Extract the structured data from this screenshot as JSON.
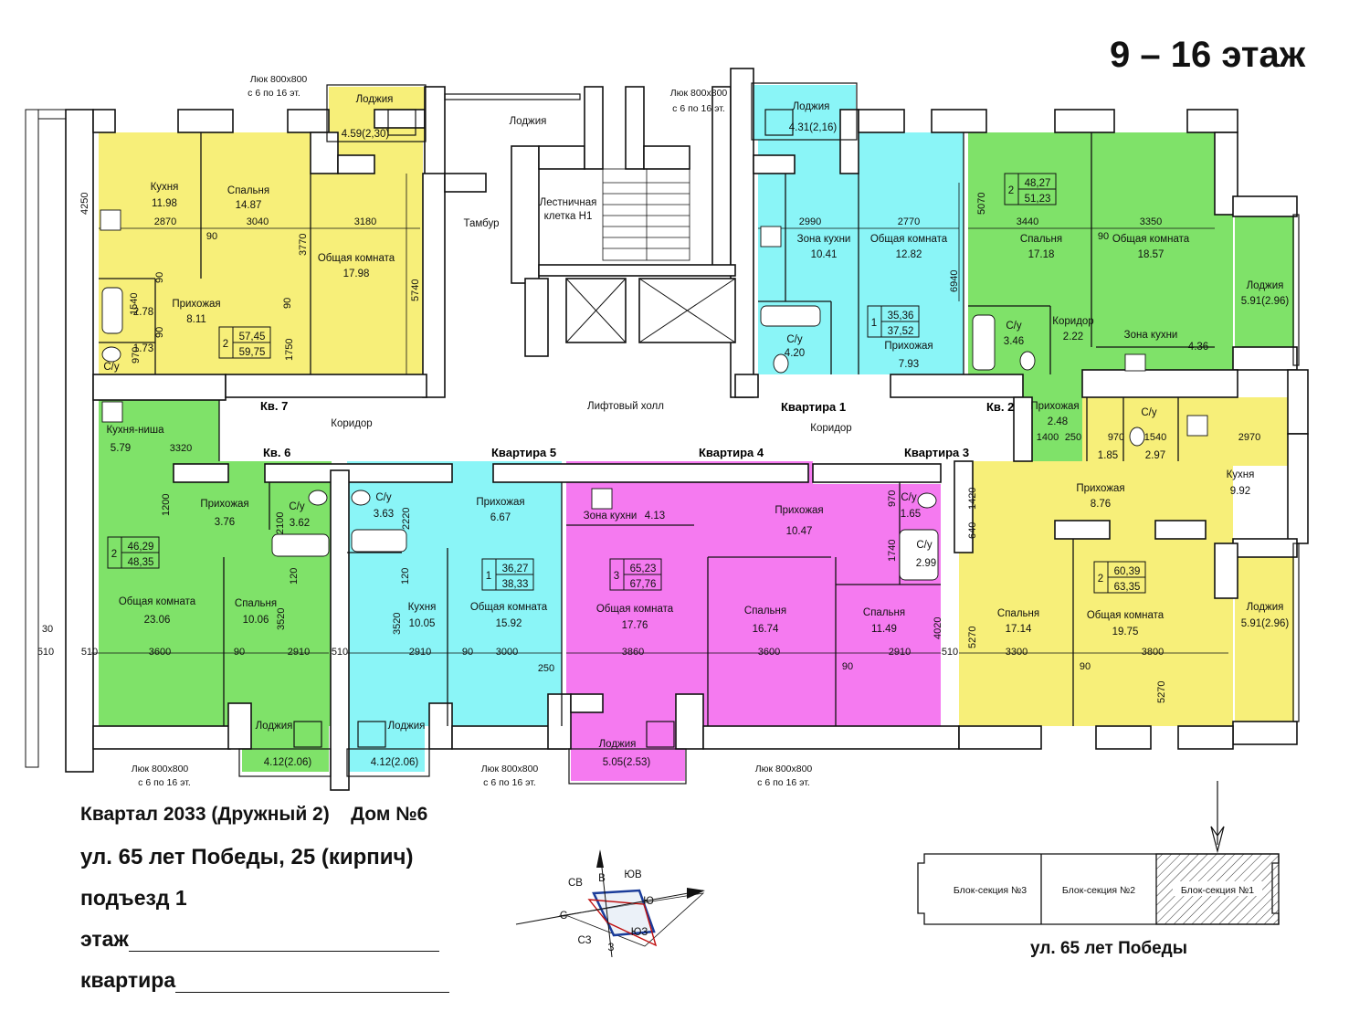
{
  "header": {
    "floor_range": "9 – 16 этаж"
  },
  "colors": {
    "yellow": "#f7ef79",
    "cyan": "#8af5f7",
    "green": "#7fe269",
    "magenta": "#f57af0",
    "wall": "#ffffff",
    "line": "#111111"
  },
  "apartments": {
    "kv7": {
      "label": "Кв. 7",
      "rooms": "2",
      "area_living": "57,45",
      "area_total": "59,75"
    },
    "kv1": {
      "label": "Квартира 1",
      "rooms": "1",
      "area_living": "35,36",
      "area_total": "37,52"
    },
    "kv2": {
      "label": "Кв. 2",
      "rooms": "2",
      "area_living": "48,27",
      "area_total": "51,23"
    },
    "kv6": {
      "label": "Кв. 6",
      "rooms": "2",
      "area_living": "46,29",
      "area_total": "48,35"
    },
    "kv5": {
      "label": "Квартира 5",
      "rooms": "1",
      "area_living": "36,27",
      "area_total": "38,33"
    },
    "kv4": {
      "label": "Квартира 4",
      "rooms": "3",
      "area_living": "65,23",
      "area_total": "67,76"
    },
    "kv3": {
      "label": "Квартира 3",
      "rooms": "2",
      "area_living": "60,39",
      "area_total": "63,35"
    }
  },
  "rooms": {
    "r01": {
      "name": "Лоджия",
      "area": "4.59(2,30)"
    },
    "r02": {
      "name": "Кухня",
      "area": "11.98"
    },
    "r03": {
      "name": "Спальня",
      "area": "14.87"
    },
    "r04": {
      "name": "Общая комната",
      "area": "17.98"
    },
    "r05": {
      "name": "Прихожая",
      "area": "8.11"
    },
    "r06": {
      "name": "С/у",
      "area": "2.78"
    },
    "r07": {
      "name": "С/у",
      "area": "1.73"
    },
    "r08": {
      "name": "Лоджия",
      "area": "4.31(2,16)"
    },
    "r09": {
      "name": "Зона кухни",
      "area": "10.41"
    },
    "r10": {
      "name": "Общая комната",
      "area": "12.82"
    },
    "r11": {
      "name": "С/у",
      "area": "4.20"
    },
    "r12": {
      "name": "Прихожая",
      "area": "7.93"
    },
    "r13": {
      "name": "Спальня",
      "area": "17.18"
    },
    "r14": {
      "name": "Общая комната",
      "area": "18.57"
    },
    "r15": {
      "name": "Лоджия",
      "area": "5.91(2.96)"
    },
    "r16": {
      "name": "С/у",
      "area": "3.46"
    },
    "r17": {
      "name": "Коридор",
      "area": "2.22"
    },
    "r18": {
      "name": "Зона кухни",
      "area": "4.36"
    },
    "r19": {
      "name": "Прихожая",
      "area": "2.48"
    },
    "r20": {
      "name": "Кухня-ниша",
      "area": "5.79"
    },
    "r21": {
      "name": "Прихожая",
      "area": "3.76"
    },
    "r22": {
      "name": "С/у",
      "area": "3.62"
    },
    "r23": {
      "name": "Общая комната",
      "area": "23.06"
    },
    "r24": {
      "name": "Спальня",
      "area": "10.06"
    },
    "r25": {
      "name": "Лоджия",
      "area": "4.12(2.06)"
    },
    "r26": {
      "name": "С/у",
      "area": "3.63"
    },
    "r27": {
      "name": "Прихожая",
      "area": "6.67"
    },
    "r28": {
      "name": "Кухня",
      "area": "10.05"
    },
    "r29": {
      "name": "Общая комната",
      "area": "15.92"
    },
    "r30": {
      "name": "Лоджия",
      "area": "4.12(2.06)"
    },
    "r31": {
      "name": "Зона кухни",
      "area": "4.13"
    },
    "r32": {
      "name": "Прихожая",
      "area": "10.47"
    },
    "r33": {
      "name": "С/у",
      "area": "1.65"
    },
    "r34": {
      "name": "С/у",
      "area": "2.99"
    },
    "r35": {
      "name": "Общая комната",
      "area": "17.76"
    },
    "r36": {
      "name": "Спальня",
      "area": "16.74"
    },
    "r37": {
      "name": "Спальня",
      "area": "11.49"
    },
    "r38": {
      "name": "Лоджия",
      "area": "5.05(2.53)"
    },
    "r39": {
      "name": "С/у",
      "area": "1.85"
    },
    "r40": {
      "name": "С/у",
      "area": "2.97"
    },
    "r41": {
      "name": "Кухня",
      "area": "9.92"
    },
    "r42": {
      "name": "Прихожая",
      "area": "8.76"
    },
    "r43": {
      "name": "Спальня",
      "area": "17.14"
    },
    "r44": {
      "name": "Общая комната",
      "area": "19.75"
    },
    "r45": {
      "name": "Лоджия",
      "area": "5.91(2.96)"
    }
  },
  "common": {
    "loggia": "Лоджия",
    "tambur": "Тамбур",
    "stair_1": "Лестничная",
    "stair_2": "клетка Н1",
    "lift_hall": "Лифтовый холл",
    "corridor_left": "Коридор",
    "corridor_right": "Коридор"
  },
  "hatch": {
    "line1": "Люк 800х800",
    "line2": "с 6 по 16 эт."
  },
  "dims": [
    "4250",
    "2870",
    "3040",
    "3180",
    "3770",
    "5740",
    "90",
    "90",
    "90",
    "1540",
    "970",
    "1750",
    "90",
    "2990",
    "2770",
    "6940",
    "5070",
    "3440",
    "3350",
    "90",
    "970",
    "1540",
    "2970",
    "1400",
    "250",
    "1200",
    "2100",
    "3320",
    "120",
    "3520",
    "2220",
    "120",
    "3520",
    "3600",
    "90",
    "2910",
    "510",
    "2910",
    "90",
    "3000",
    "250",
    "3860",
    "3600",
    "90",
    "2910",
    "970",
    "1740",
    "4020",
    "510",
    "1420",
    "640",
    "5270",
    "3300",
    "90",
    "3800",
    "5270",
    "30",
    "510",
    "510"
  ],
  "address": {
    "block": "Квартал 2033 (Дружный 2)",
    "house": "Дом №6",
    "street_line": "ул. 65 лет Победы, 25 (кирпич)",
    "entrance": "подъезд 1",
    "floor_label": "этаж",
    "apartment_label": "квартира"
  },
  "compass": {
    "n": "С",
    "ne": "СВ",
    "e": "В",
    "se": "ЮВ",
    "s": "Ю",
    "sw": "ЮЗ",
    "w": "З",
    "nw": "СЗ"
  },
  "key_plan": {
    "sec3": "Блок-секция №3",
    "sec2": "Блок-секция №2",
    "sec1": "Блок-секция №1",
    "street": "ул. 65 лет Победы"
  }
}
